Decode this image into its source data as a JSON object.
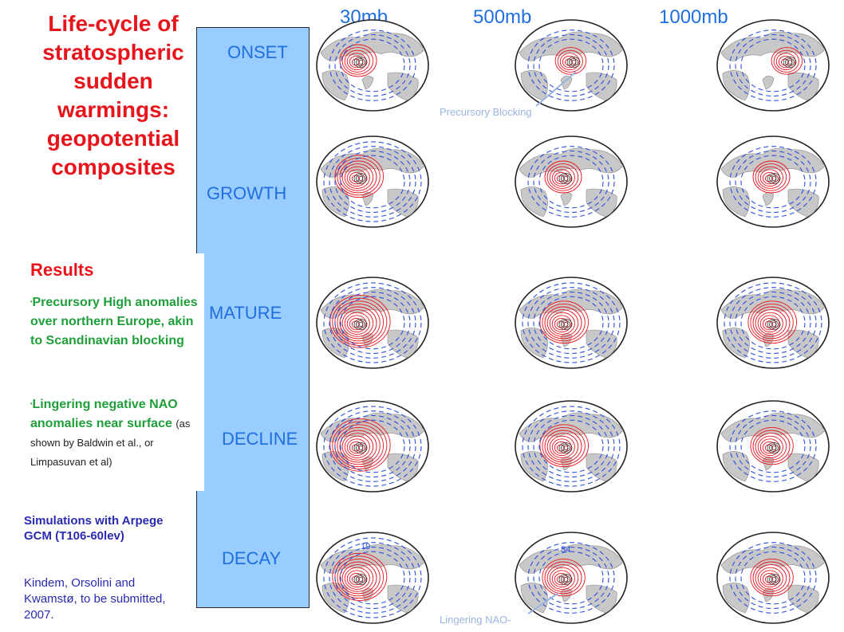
{
  "title": [
    "Life-cycle of",
    "stratospheric",
    "sudden",
    "warmings:",
    "geopotential",
    "composites"
  ],
  "columns": [
    "30mb",
    "500mb",
    "1000mb"
  ],
  "phases": [
    "ONSET",
    "GROWTH",
    "MATURE",
    "DECLINE",
    "DECAY"
  ],
  "results": {
    "heading": "Results",
    "bullet1": "Precursory High anomalies over northern Europe, akin to Scandinavian blocking",
    "bullet2": "Lingering negative NAO anomalies near surface",
    "bullet2_note": "(as shown by Baldwin et al., or Limpasuvan et al)"
  },
  "simulation": "Simulations with Arpege GCM (T106-60lev)",
  "authors": "Kindem, Orsolini and Kwamstø, to be submitted, 2007.",
  "annotations": {
    "precursory": "Precursory Blocking",
    "lingering": "Lingering NAO-"
  },
  "map_labels": {
    "decay_30mb": "19",
    "decay_500mb": "54"
  },
  "colors": {
    "title": "#e8141b",
    "phase_bar": "#99ccff",
    "phase_text": "#1f6fe0",
    "positive_contour": "#e8141b",
    "negative_contour": "#2a4fe0",
    "land": "#c8c8c8"
  }
}
